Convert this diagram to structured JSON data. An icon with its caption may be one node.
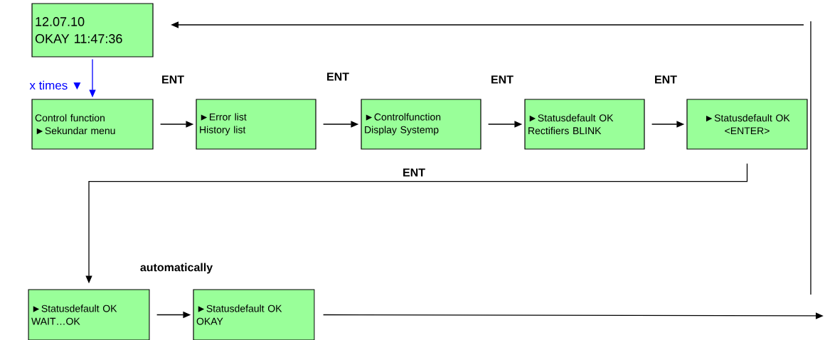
{
  "diagram": {
    "nodes": [
      {
        "text": [
          "12.07.10",
          "OKAY 11:47:36"
        ]
      },
      {
        "text": [
          "Control function",
          "►Sekundar menu"
        ]
      },
      {
        "text": [
          "►Error list",
          "History list"
        ]
      },
      {
        "text": [
          "►Controlfunction",
          "Display Systemp"
        ]
      },
      {
        "text": [
          "►Statusdefault OK",
          "Rectifiers BLINK"
        ]
      },
      {
        "text": [
          "►Statusdefault OK",
          "<ENTER>"
        ]
      },
      {
        "text": [
          "►Statusdefault OK",
          "WAIT…OK"
        ]
      },
      {
        "text": [
          "►Statusdefault OK",
          "OKAY"
        ]
      }
    ],
    "edges": [
      {
        "from": 0,
        "to": 1,
        "arrow": "to",
        "label": "x times ▼",
        "color": "#0000ff"
      },
      {
        "from": 1,
        "to": 2,
        "arrow": "to",
        "label": "ENT"
      },
      {
        "from": 2,
        "to": 3,
        "arrow": "to",
        "label": "ENT"
      },
      {
        "from": 3,
        "to": 4,
        "arrow": "to",
        "label": "ENT"
      },
      {
        "from": 4,
        "to": 5,
        "arrow": "to",
        "label": "ENT"
      },
      {
        "from": 5,
        "to": 6,
        "arrow": "to",
        "label": "ENT"
      },
      {
        "from": 6,
        "to": 7,
        "arrow": "to",
        "label": "automatically"
      },
      {
        "from": 7,
        "to": null,
        "arrow": "to"
      },
      {
        "from": null,
        "to": 0,
        "arrow": "to"
      }
    ]
  }
}
